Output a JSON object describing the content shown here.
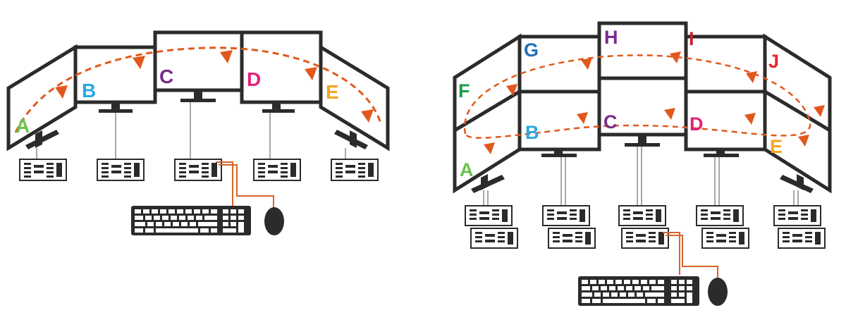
{
  "colors": {
    "outline": "#2b2b2b",
    "screen": "#ffffff",
    "path": "#e2581c",
    "cable_signal": "#d9642a",
    "cable_gray": "#8a8a8a",
    "label_A": "#6cc24a",
    "label_B": "#2aa8e0",
    "label_C": "#7a2a8c",
    "label_D": "#e0227a",
    "label_E": "#f5a623",
    "label_F": "#1a9a4a",
    "label_G": "#1f6fb5",
    "label_H": "#7a2a8c",
    "label_I": "#c8202a",
    "label_J": "#e8262a"
  },
  "left_setup": {
    "screens": [
      {
        "label": "A",
        "color_key": "label_A"
      },
      {
        "label": "B",
        "color_key": "label_B"
      },
      {
        "label": "C",
        "color_key": "label_C"
      },
      {
        "label": "D",
        "color_key": "label_D"
      },
      {
        "label": "E",
        "color_key": "label_E"
      }
    ]
  },
  "right_setup": {
    "top_row": [
      {
        "label": "F",
        "color_key": "label_F"
      },
      {
        "label": "G",
        "color_key": "label_G"
      },
      {
        "label": "H",
        "color_key": "label_H"
      },
      {
        "label": "I",
        "color_key": "label_I"
      },
      {
        "label": "J",
        "color_key": "label_J"
      }
    ],
    "bottom_row": [
      {
        "label": "A",
        "color_key": "label_A"
      },
      {
        "label": "B",
        "color_key": "label_B"
      },
      {
        "label": "C",
        "color_key": "label_C"
      },
      {
        "label": "D",
        "color_key": "label_D"
      },
      {
        "label": "E",
        "color_key": "label_E"
      }
    ]
  }
}
